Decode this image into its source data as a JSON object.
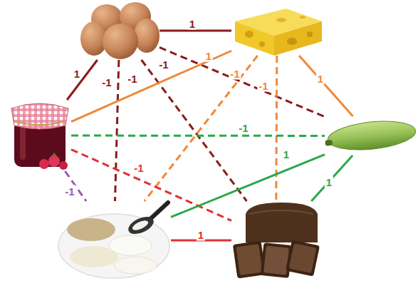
{
  "diagram": {
    "nodes": [
      {
        "text": []
      },
      {
        "text": []
      },
      {
        "text": []
      },
      {
        "text": []
      },
      {
        "text": []
      },
      {
        "text": []
      }
    ],
    "edges": [
      {
        "from": 0,
        "to": 1,
        "arrow": "none",
        "label": "1"
      },
      {
        "from": 0,
        "to": 2,
        "arrow": "none",
        "label": "1"
      },
      {
        "from": 0,
        "to": 4,
        "arrow": "none",
        "label": "-1"
      },
      {
        "from": 0,
        "to": 5,
        "arrow": "none",
        "label": "-1"
      },
      {
        "from": 0,
        "to": 3,
        "arrow": "none",
        "label": "-1"
      },
      {
        "from": 1,
        "to": 2,
        "arrow": "none",
        "label": "1"
      },
      {
        "from": 1,
        "to": 3,
        "arrow": "none",
        "label": "1"
      },
      {
        "from": 1,
        "to": 4,
        "arrow": "none",
        "label": "-1"
      },
      {
        "from": 1,
        "to": 5,
        "arrow": "none",
        "label": "-1"
      },
      {
        "from": 2,
        "to": 3,
        "arrow": "none",
        "label": "-1"
      },
      {
        "from": 2,
        "to": 5,
        "arrow": "none",
        "label": "-1"
      },
      {
        "from": 2,
        "to": 4,
        "arrow": "none",
        "label": "-1"
      },
      {
        "from": 3,
        "to": 4,
        "arrow": "none",
        "label": "1"
      },
      {
        "from": 3,
        "to": 5,
        "arrow": "none",
        "label": "1"
      },
      {
        "from": 4,
        "to": 5,
        "arrow": "none",
        "label": "1"
      }
    ]
  }
}
